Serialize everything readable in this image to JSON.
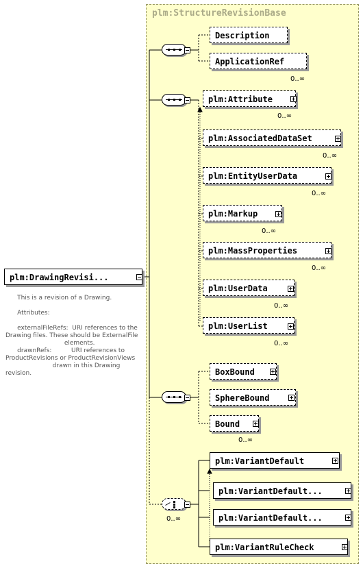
{
  "base": {
    "title": "plm:StructureRevisionBase"
  },
  "root": {
    "label": "plm:DrawingRevisi..."
  },
  "documentation": [
    "      This is a revision of a Drawing.",
    "",
    "      Attributes:",
    "",
    "      externalFileRefs:  URI references to the",
    "Drawing files. These should be ExternalFile",
    "                              elements.",
    "      drawnRefs:          URI references to",
    "ProductRevisions or ProductRevisionViews",
    "                        drawn in this Drawing",
    "revision."
  ],
  "elements": {
    "description": "Description",
    "application_ref": "ApplicationRef",
    "attribute": "plm:Attribute",
    "associated_data_set": "plm:AssociatedDataSet",
    "entity_user_data": "plm:EntityUserData",
    "markup": "plm:Markup",
    "mass_properties": "plm:MassProperties",
    "user_data": "plm:UserData",
    "user_list": "plm:UserList",
    "box_bound": "BoxBound",
    "sphere_bound": "SphereBound",
    "bound": "Bound",
    "variant_default": "plm:VariantDefault",
    "variant_default_2": "plm:VariantDefault...",
    "variant_default_3": "plm:VariantDefault...",
    "variant_rule_check": "plm:VariantRuleCheck"
  },
  "multiplicity": {
    "application_ref": "0..∞",
    "attribute": "0..∞",
    "associated_data_set": "0..∞",
    "entity_user_data": "0..∞",
    "markup": "0..∞",
    "mass_properties": "0..∞",
    "user_data": "0..∞",
    "user_list": "0..∞",
    "bound": "0..∞",
    "choice": "0..∞"
  }
}
